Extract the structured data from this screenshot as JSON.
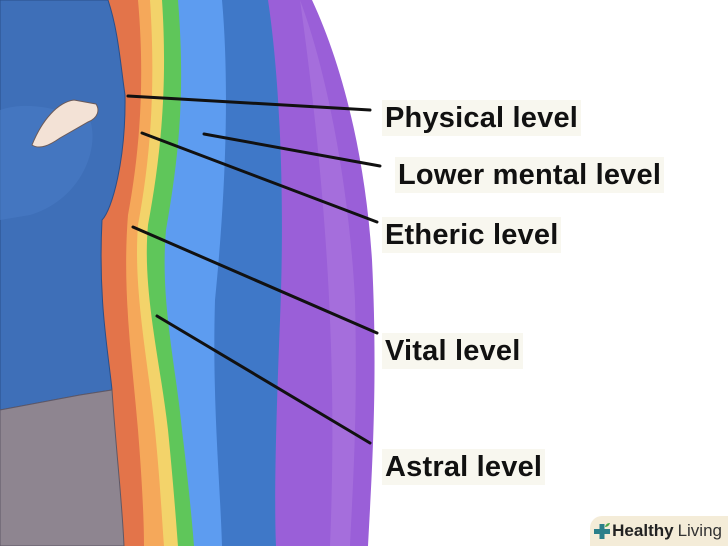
{
  "labels": {
    "physical": "Physical level",
    "lower_mental": "Lower mental level",
    "etheric": "Etheric level",
    "vital": "Vital level",
    "astral": "Astral level"
  },
  "watermark": {
    "bold": "Healthy",
    "regular": "Living"
  },
  "colors": {
    "purple": "#9a5fd8",
    "dark_blue": "#3f78c8",
    "light_blue": "#5d9cf0",
    "green": "#5fc65a",
    "yellow": "#f3c95a",
    "light_orange": "#f5a85a",
    "orange": "#e3744a",
    "shirt": "#3e6fb8",
    "pants": "#8e8590"
  }
}
